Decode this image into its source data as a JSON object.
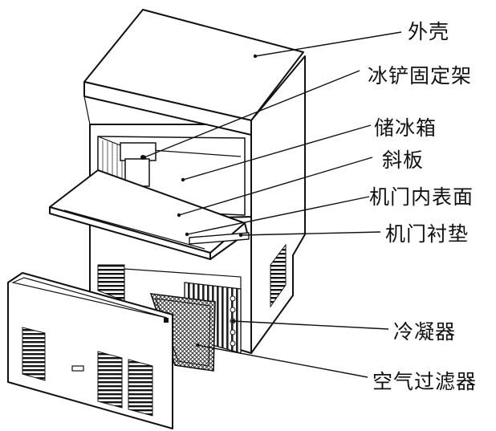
{
  "labels": {
    "shell": "外壳",
    "scoop_holder": "冰铲固定架",
    "ice_bin": "储冰箱",
    "slope_plate": "斜板",
    "door_inner_surface": "机门内表面",
    "door_gasket": "机门衬垫",
    "condenser": "冷凝器",
    "air_filter": "空气过滤器"
  }
}
